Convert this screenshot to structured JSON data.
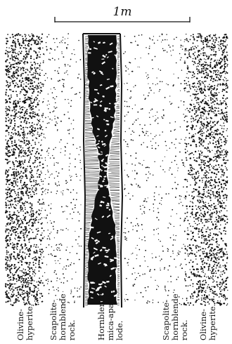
{
  "figure": {
    "scale_bar_label": "1m",
    "ink_color": "#111111",
    "paper_color": "#ffffff"
  },
  "zones": [
    {
      "id": "olivine-hyperite-left",
      "lines": [
        "Olivine-",
        "hyperite."
      ]
    },
    {
      "id": "scapolite-rock-left",
      "lines": [
        "Scapolite-",
        "hornblende",
        "rock."
      ]
    },
    {
      "id": "lode-center",
      "lines": [
        "Hornblende-",
        "mica-apatite",
        "lode."
      ]
    },
    {
      "id": "scapolite-rock-right",
      "lines": [
        "Scapolite-",
        "hornblende",
        "rock."
      ]
    },
    {
      "id": "olivine-hyperite-right",
      "lines": [
        "Olivine-",
        "hyperite."
      ]
    }
  ]
}
